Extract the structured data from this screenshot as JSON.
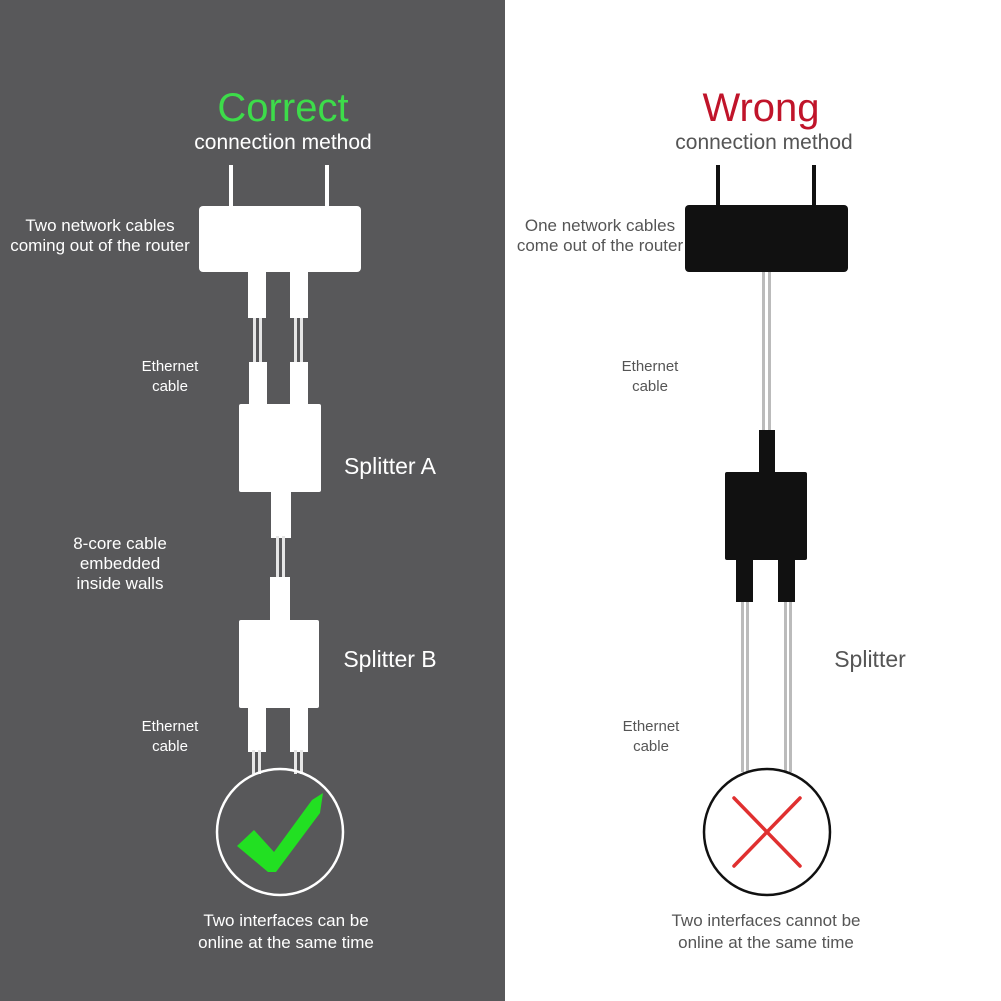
{
  "colors": {
    "left_background": "#58585a",
    "right_background": "#ffffff",
    "correct_heading": "#3ddc4a",
    "wrong_heading": "#c0142a",
    "check_mark": "#22e022",
    "cross_mark": "#e03030"
  },
  "left": {
    "heading": "Correct",
    "subheading": "connection method",
    "router_label": [
      "Two network cables",
      "coming out of the router"
    ],
    "ethernet_label_top": [
      "Ethernet",
      "cable"
    ],
    "splitter_a": "Splitter A",
    "cable_label": [
      "8-core cable",
      "embedded",
      "inside walls"
    ],
    "splitter_b": "Splitter B",
    "ethernet_label_bottom": [
      "Ethernet",
      "cable"
    ],
    "result_icon": "check-mark-icon",
    "result_text": [
      "Two interfaces can be",
      "online at the same time"
    ]
  },
  "right": {
    "heading": "Wrong",
    "subheading": "connection method",
    "router_label": [
      "One network cables",
      "come out of the router"
    ],
    "ethernet_label_top": [
      "Ethernet",
      "cable"
    ],
    "splitter": "Splitter",
    "ethernet_label_bottom": [
      "Ethernet",
      "cable"
    ],
    "result_icon": "cross-mark-icon",
    "result_text": [
      "Two interfaces cannot be",
      "online at the same time"
    ]
  }
}
